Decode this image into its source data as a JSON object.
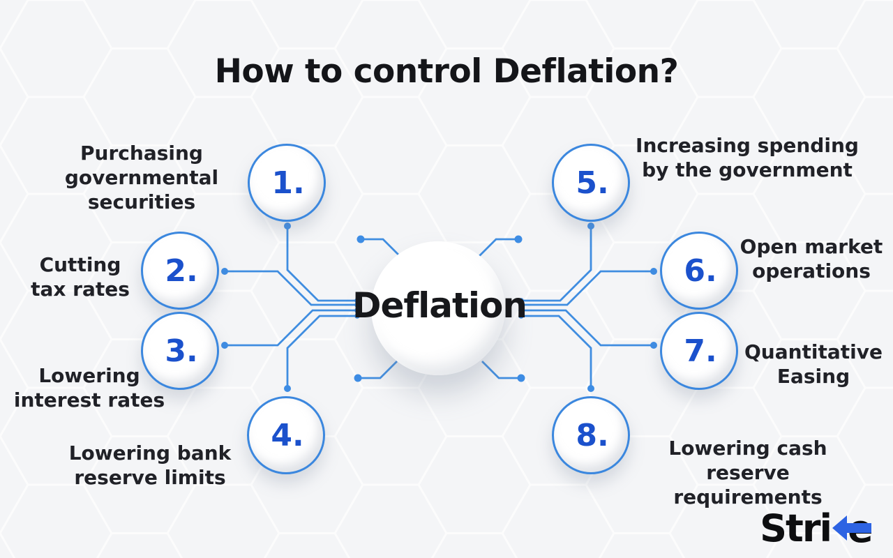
{
  "title": "How to control Deflation?",
  "center": {
    "label": "Deflation"
  },
  "steps": [
    {
      "number": "1.",
      "label": "Purchasing governmental securities",
      "lines": [
        "Purchasing",
        "governmental",
        "securities"
      ]
    },
    {
      "number": "2.",
      "label": "Cutting tax rates",
      "lines": [
        "Cutting",
        "tax rates"
      ]
    },
    {
      "number": "3.",
      "label": "Lowering interest rates",
      "lines": [
        "Lowering",
        "interest rates"
      ]
    },
    {
      "number": "4.",
      "label": "Lowering bank reserve limits",
      "lines": [
        "Lowering bank",
        "reserve limits"
      ]
    },
    {
      "number": "5.",
      "label": "Increasing spending by the government",
      "lines": [
        "Increasing spending",
        "by the government"
      ]
    },
    {
      "number": "6.",
      "label": "Open market operations",
      "lines": [
        "Open market",
        "operations"
      ]
    },
    {
      "number": "7.",
      "label": "Quantitative Easing",
      "lines": [
        "Quantitative",
        "Easing"
      ]
    },
    {
      "number": "8.",
      "label": "Lowering cash reserve requirements",
      "lines": [
        "Lowering cash",
        "reserve requirements"
      ]
    }
  ],
  "logo": {
    "name": "Strike",
    "text_prefix": "Stri",
    "text_suffix": "e"
  },
  "colors": {
    "background": "#eef0f2",
    "circle_ring_blue": "#3b87de",
    "connector_blue": "#3f8de0",
    "number_blue": "#1b51cc",
    "logo_arrow_blue": "#2d63e3",
    "text_dark": "#1a1b1f"
  }
}
